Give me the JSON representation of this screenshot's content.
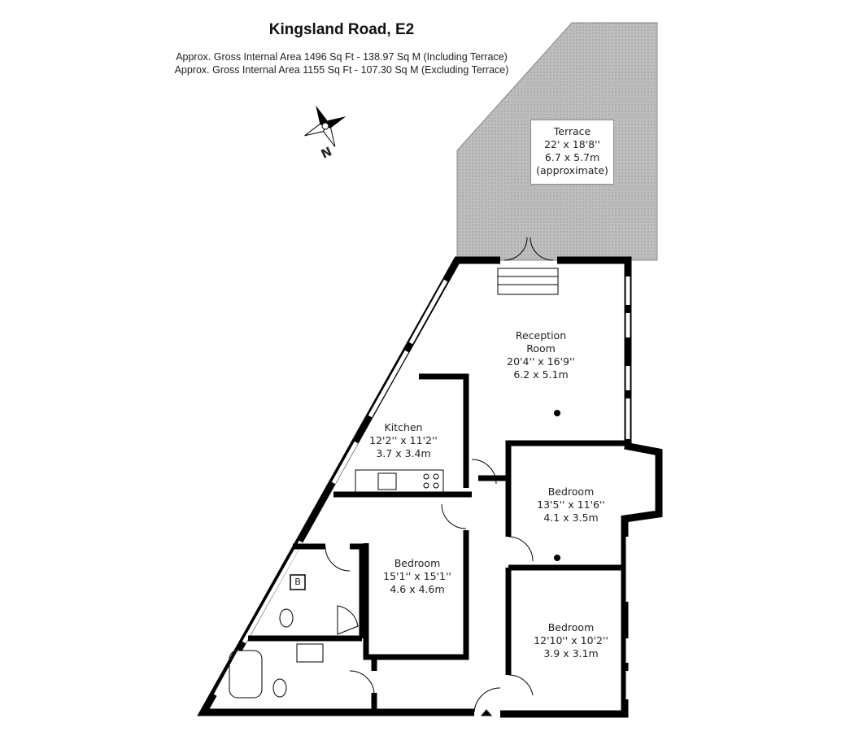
{
  "header": {
    "title": "Kingsland Road, E2",
    "area_including": "Approx. Gross Internal Area 1496 Sq Ft - 138.97 Sq M (Including Terrace)",
    "area_excluding": "Approx. Gross Internal Area 1155 Sq Ft - 107.30 Sq M (Excluding Terrace)"
  },
  "compass": {
    "label": "N"
  },
  "rooms": {
    "terrace": {
      "name": "Terrace",
      "imperial": "22' x 18'8''",
      "metric": "6.7 x 5.7m",
      "note": "(approximate)"
    },
    "reception": {
      "name": "Reception",
      "name2": "Room",
      "imperial": "20'4'' x 16'9''",
      "metric": "6.2 x 5.1m"
    },
    "kitchen": {
      "name": "Kitchen",
      "imperial": "12'2'' x 11'2''",
      "metric": "3.7 x 3.4m"
    },
    "bedroom1": {
      "name": "Bedroom",
      "imperial": "13'5'' x 11'6''",
      "metric": "4.1 x 3.5m"
    },
    "bedroom2": {
      "name": "Bedroom",
      "imperial": "15'1'' x 15'1''",
      "metric": "4.6 x 4.6m"
    },
    "bedroom3": {
      "name": "Bedroom",
      "imperial": "12'10'' x 10'2''",
      "metric": "3.9 x 3.1m"
    },
    "boiler": {
      "label": "B"
    }
  },
  "colors": {
    "wall": "#000000",
    "terrace": "#b8b8b8"
  }
}
